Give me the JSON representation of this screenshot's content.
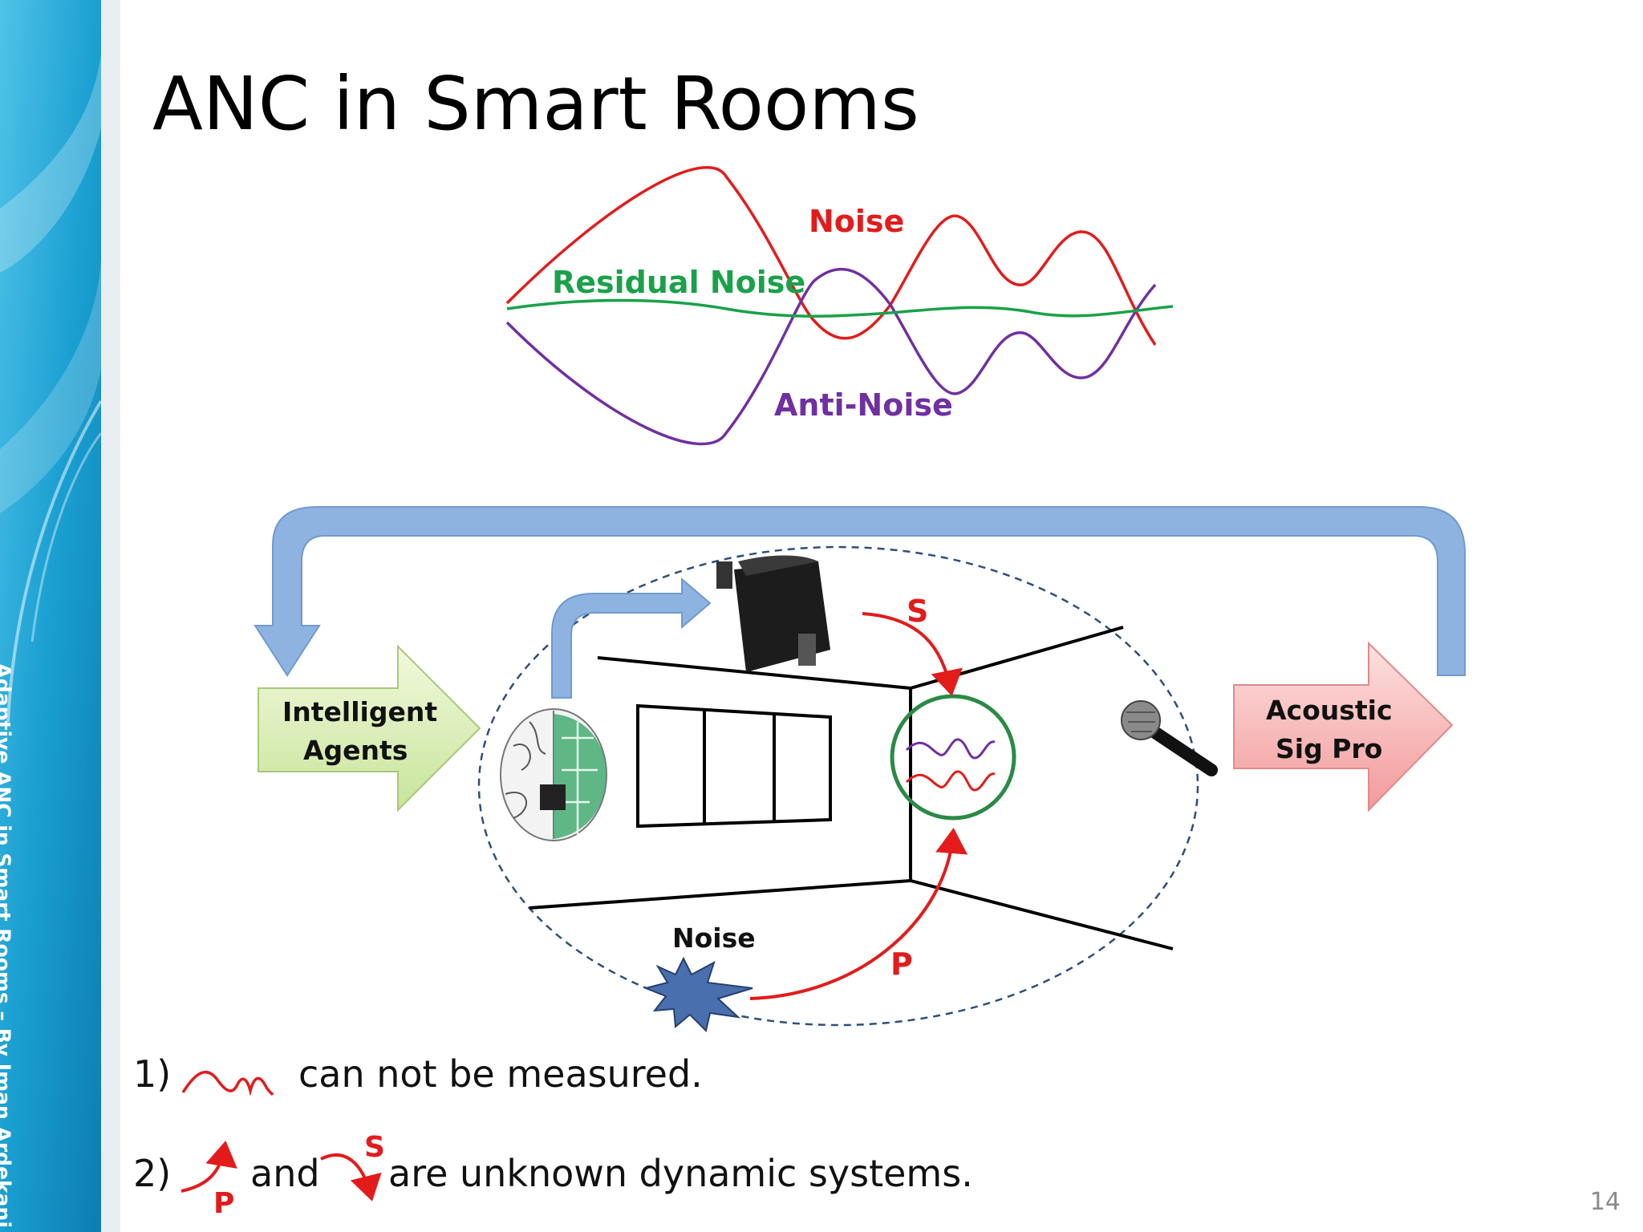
{
  "slide": {
    "title": "ANC in Smart Rooms",
    "sidebar_text": "Adaptive ANC in Smart Rooms – By Iman Ardekani",
    "page_number": "14"
  },
  "waves": {
    "noise_label": "Noise",
    "residual_label": "Residual Noise",
    "anti_noise_label": "Anti-Noise"
  },
  "diagram": {
    "agents_label_line1": "Intelligent",
    "agents_label_line2": "Agents",
    "acoustic_label_line1": "Acoustic",
    "acoustic_label_line2": "Sig Pro",
    "noise_source_label": "Noise",
    "path_s_label": "S",
    "path_p_label": "P"
  },
  "notes": {
    "item1_number": "1)",
    "item1_text": "can not be measured.",
    "item2_number": "2)",
    "item2_and": "and",
    "item2_text": "are unknown dynamic systems.",
    "item2_p": "P",
    "item2_s": "S"
  },
  "colors": {
    "noise": "#e31b1b",
    "residual": "#1aa14a",
    "anti_noise": "#7030a0",
    "feedback_arrow": "#8fb3e0",
    "agents_fill": "#d9efb8",
    "acoustic_fill": "#f7b6b6"
  },
  "icons": [
    "brain-chip-icon",
    "speaker-icon",
    "microphone-icon",
    "noise-burst-icon"
  ]
}
